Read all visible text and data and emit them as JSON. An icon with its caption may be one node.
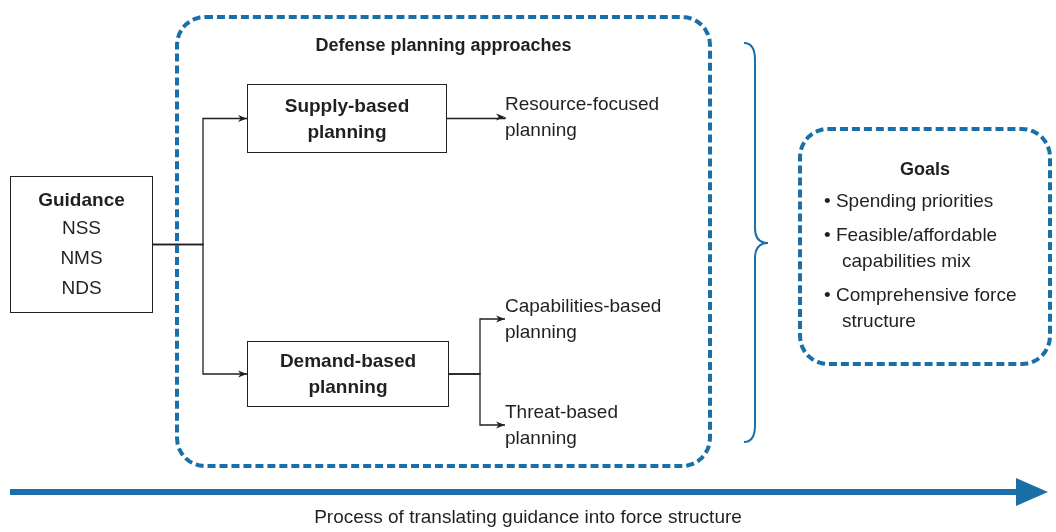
{
  "diagram": {
    "nodes": [
      {
        "text": [
          "Guidance",
          "NSS",
          "NMS",
          "NDS"
        ]
      },
      {
        "text": [
          "Defense planning approaches"
        ]
      },
      {
        "text": [
          "Supply-based planning"
        ],
        "in": 1
      },
      {
        "text": [
          "Resource-focused planning"
        ],
        "in": 1
      },
      {
        "text": [
          "Demand-based planning"
        ],
        "in": 1
      },
      {
        "text": [
          "Capabilities-based planning"
        ],
        "in": 1
      },
      {
        "text": [
          "Threat-based planning"
        ],
        "in": 1
      },
      {
        "text": [
          "Goals",
          "• Spending priorities",
          "• Feasible/affordable capabilities mix",
          "• Comprehensive force structure"
        ]
      }
    ],
    "edges": [
      {
        "from": 0,
        "to": 2,
        "arrow": "to"
      },
      {
        "from": 0,
        "to": 4,
        "arrow": "to"
      },
      {
        "from": 2,
        "to": 3,
        "arrow": "to"
      },
      {
        "from": 4,
        "to": 5,
        "arrow": "to"
      },
      {
        "from": 4,
        "to": 6,
        "arrow": "to"
      }
    ],
    "labels": [
      "Process of translating guidance into force structure"
    ]
  }
}
